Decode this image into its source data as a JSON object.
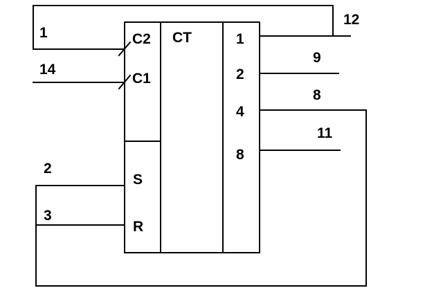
{
  "chip": {
    "type_label": "CT",
    "clock_inputs": [
      "C2",
      "C1"
    ],
    "set_label": "S",
    "reset_label": "R",
    "outputs": [
      "1",
      "2",
      "4",
      "8"
    ]
  },
  "pins": {
    "c2": "1",
    "c1": "14",
    "s": "2",
    "r": "3",
    "out1": "12",
    "out2": "9",
    "out4": "8",
    "out8": "11"
  }
}
